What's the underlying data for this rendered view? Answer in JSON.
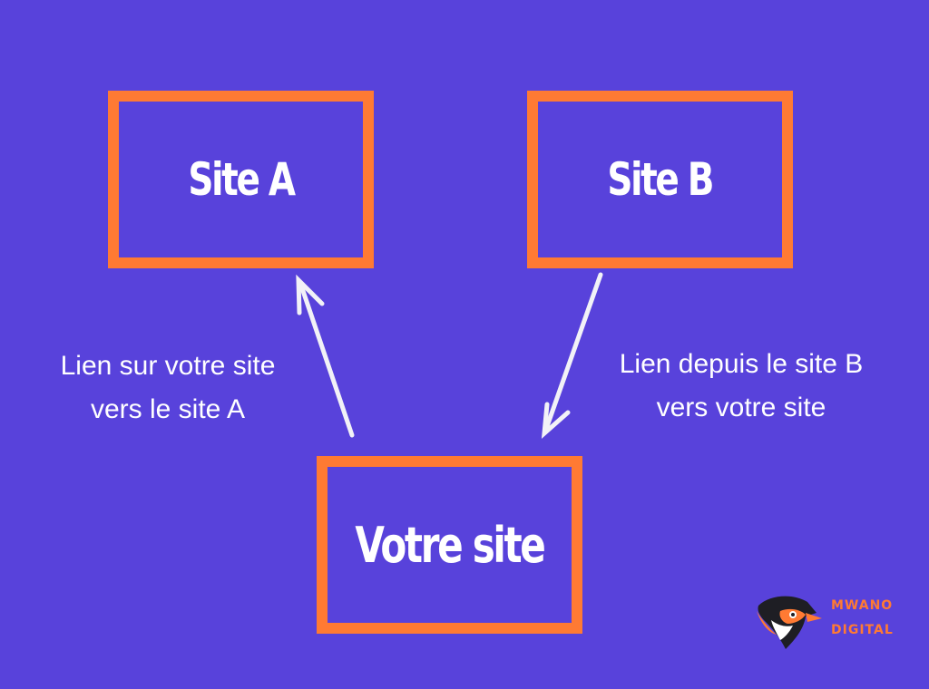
{
  "diagram": {
    "nodes": {
      "site_a": "Site A",
      "site_b": "Site B",
      "votre_site": "Votre site"
    },
    "edges": {
      "to_site_a": {
        "line1": "Lien sur votre site",
        "line2": "vers le site A"
      },
      "from_site_b": {
        "line1": "Lien depuis le site B",
        "line2": "vers votre site"
      }
    }
  },
  "logo": {
    "line1": "MWANO",
    "line2": "DIGITAL",
    "icon": "bird-icon"
  },
  "colors": {
    "background": "#5842DB",
    "box_border": "#FF7A33",
    "text": "#FFFFFF",
    "arrow": "#F2F2F7",
    "logo_accent": "#FF7A33"
  }
}
